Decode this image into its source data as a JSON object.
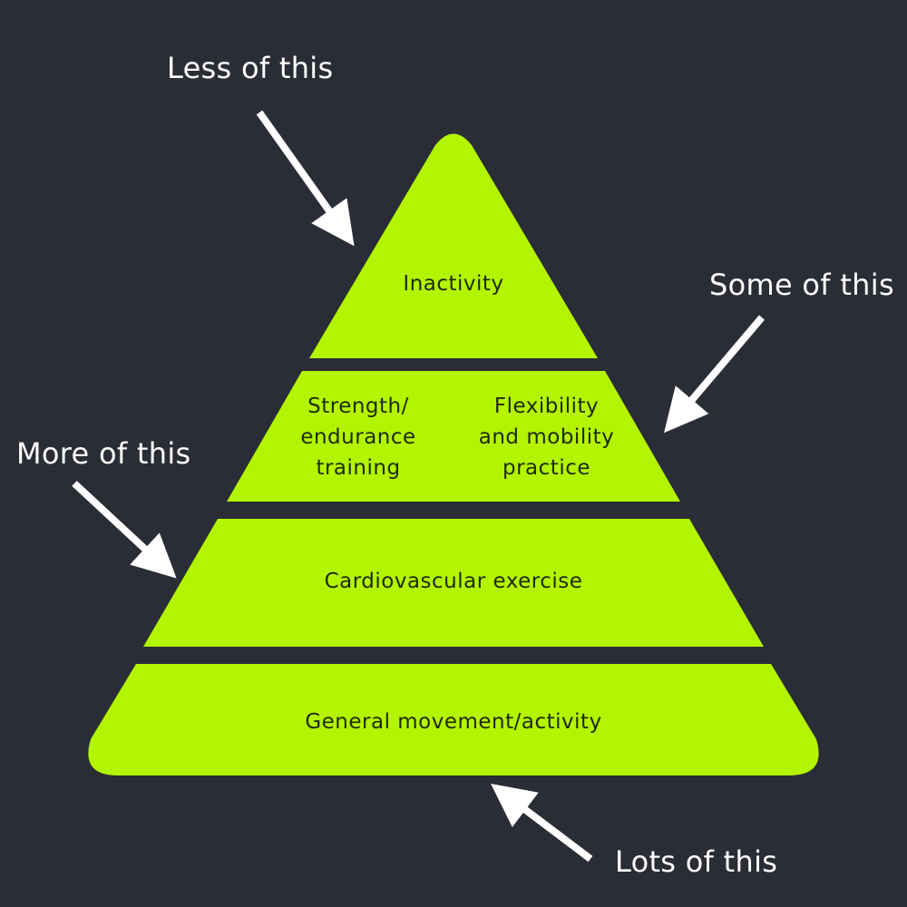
{
  "colors": {
    "background": "#2a2c36",
    "tier_fill": "#b3f500",
    "tier_text": "#1f2a06",
    "annotation": "#ffffff"
  },
  "pyramid": {
    "tiers": [
      {
        "id": "top",
        "labels": [
          "Inactivity"
        ]
      },
      {
        "id": "upper-middle",
        "labels": [
          "Strength/\nendurance\ntraining",
          "Flexibility\nand mobility\npractice"
        ]
      },
      {
        "id": "lower-middle",
        "labels": [
          "Cardiovascular exercise"
        ]
      },
      {
        "id": "base",
        "labels": [
          "General movement/activity"
        ]
      }
    ]
  },
  "annotations": [
    {
      "id": "less",
      "text": "Less of this",
      "arrow": "arrow-down-right"
    },
    {
      "id": "some",
      "text": "Some of this",
      "arrow": "arrow-down-left"
    },
    {
      "id": "more",
      "text": "More of this",
      "arrow": "arrow-down-right"
    },
    {
      "id": "lots",
      "text": "Lots of this",
      "arrow": "arrow-up-left"
    }
  ]
}
